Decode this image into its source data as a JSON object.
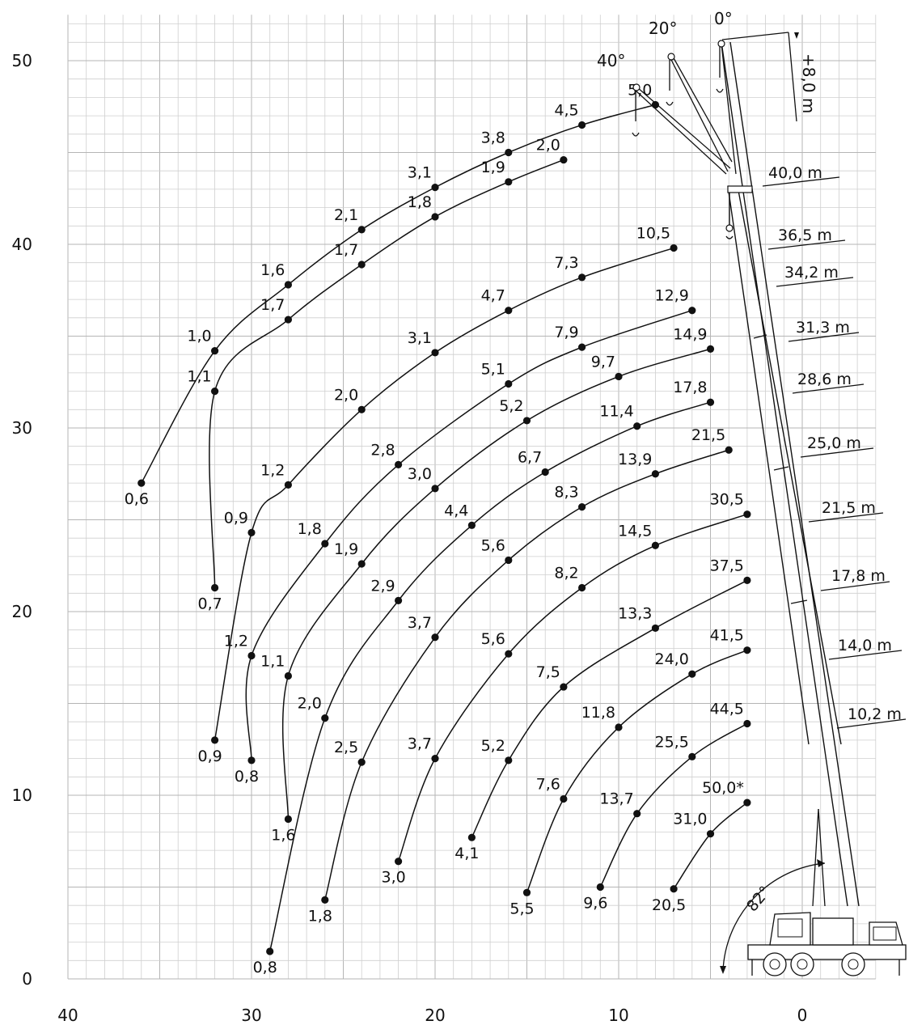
{
  "chart_data": {
    "type": "line",
    "x_ticks": [
      "40",
      "30",
      "20",
      "10",
      "0"
    ],
    "y_ticks": [
      "0",
      "10",
      "20",
      "30",
      "40",
      "50"
    ],
    "xlim": [
      40,
      -4
    ],
    "ylim": [
      0,
      52.5
    ],
    "boom_lengths": [
      "10,2 m",
      "14,0 m",
      "17,8 m",
      "21,5 m",
      "25,0 m",
      "28,6 m",
      "31,3 m",
      "34,2 m",
      "36,5 m",
      "40,0 m"
    ],
    "jib_angles": [
      "0°",
      "20°",
      "40°"
    ],
    "jib_extension": "+8,0 m",
    "boom_angle": "82°",
    "series": [
      {
        "points": [
          {
            "x": 36,
            "y": 27,
            "label": "0,6"
          },
          {
            "x": 32,
            "y": 34.2,
            "label": "1,0"
          },
          {
            "x": 28,
            "y": 37.8,
            "label": "1,6"
          },
          {
            "x": 24,
            "y": 40.8,
            "label": "2,1"
          },
          {
            "x": 20,
            "y": 43.1,
            "label": "3,1"
          },
          {
            "x": 16,
            "y": 45,
            "label": "3,8"
          },
          {
            "x": 12,
            "y": 46.5,
            "label": "4,5"
          },
          {
            "x": 8,
            "y": 47.6,
            "label": "5,0"
          }
        ]
      },
      {
        "points": [
          {
            "x": 32,
            "y": 21.3,
            "label": "0,7"
          },
          {
            "x": 32,
            "y": 32,
            "label": "1,1"
          },
          {
            "x": 28,
            "y": 35.9,
            "label": "1,7"
          },
          {
            "x": 24,
            "y": 38.9,
            "label": "1,7"
          },
          {
            "x": 20,
            "y": 41.5,
            "label": "1,8"
          },
          {
            "x": 16,
            "y": 43.4,
            "label": "1,9"
          },
          {
            "x": 13,
            "y": 44.6,
            "label": "2,0"
          }
        ]
      },
      {
        "points": [
          {
            "x": 32,
            "y": 13,
            "label": "0,9"
          },
          {
            "x": 30,
            "y": 24.3,
            "label": "0,9"
          },
          {
            "x": 28,
            "y": 26.9,
            "label": "1,2"
          },
          {
            "x": 24,
            "y": 31,
            "label": "2,0"
          },
          {
            "x": 20,
            "y": 34.1,
            "label": "3,1"
          },
          {
            "x": 16,
            "y": 36.4,
            "label": "4,7"
          },
          {
            "x": 12,
            "y": 38.2,
            "label": "7,3"
          },
          {
            "x": 7,
            "y": 39.8,
            "label": "10,5"
          }
        ]
      },
      {
        "points": [
          {
            "x": 30,
            "y": 11.9,
            "label": "0,8"
          },
          {
            "x": 30,
            "y": 17.6,
            "label": "1,2"
          },
          {
            "x": 26,
            "y": 23.7,
            "label": "1,8"
          },
          {
            "x": 22,
            "y": 28,
            "label": "2,8"
          },
          {
            "x": 16,
            "y": 32.4,
            "label": "5,1"
          },
          {
            "x": 12,
            "y": 34.4,
            "label": "7,9"
          },
          {
            "x": 6,
            "y": 36.4,
            "label": "12,9"
          }
        ]
      },
      {
        "points": [
          {
            "x": 28,
            "y": 8.7,
            "label": "1,6"
          },
          {
            "x": 28,
            "y": 16.5,
            "label": "1,1"
          },
          {
            "x": 24,
            "y": 22.6,
            "label": "1,9"
          },
          {
            "x": 20,
            "y": 26.7,
            "label": "3,0"
          },
          {
            "x": 15,
            "y": 30.4,
            "label": "5,2"
          },
          {
            "x": 10,
            "y": 32.8,
            "label": "9,7"
          },
          {
            "x": 5,
            "y": 34.3,
            "label": "14,9"
          }
        ]
      },
      {
        "points": [
          {
            "x": 29,
            "y": 1.5,
            "label": "0,8"
          },
          {
            "x": 26,
            "y": 14.2,
            "label": "2,0"
          },
          {
            "x": 22,
            "y": 20.6,
            "label": "2,9"
          },
          {
            "x": 18,
            "y": 24.7,
            "label": "4,4"
          },
          {
            "x": 14,
            "y": 27.6,
            "label": "6,7"
          },
          {
            "x": 9,
            "y": 30.1,
            "label": "11,4"
          },
          {
            "x": 5,
            "y": 31.4,
            "label": "17,8"
          }
        ]
      },
      {
        "points": [
          {
            "x": 26,
            "y": 4.3,
            "label": "1,8"
          },
          {
            "x": 24,
            "y": 11.8,
            "label": "2,5"
          },
          {
            "x": 20,
            "y": 18.6,
            "label": "3,7"
          },
          {
            "x": 16,
            "y": 22.8,
            "label": "5,6"
          },
          {
            "x": 12,
            "y": 25.7,
            "label": "8,3"
          },
          {
            "x": 8,
            "y": 27.5,
            "label": "13,9"
          },
          {
            "x": 4,
            "y": 28.8,
            "label": "21,5"
          }
        ]
      },
      {
        "points": [
          {
            "x": 22,
            "y": 6.4,
            "label": "3,0"
          },
          {
            "x": 20,
            "y": 12,
            "label": "3,7"
          },
          {
            "x": 16,
            "y": 17.7,
            "label": "5,6"
          },
          {
            "x": 12,
            "y": 21.3,
            "label": "8,2"
          },
          {
            "x": 8,
            "y": 23.6,
            "label": "14,5"
          },
          {
            "x": 3,
            "y": 25.3,
            "label": "30,5"
          }
        ]
      },
      {
        "points": [
          {
            "x": 18,
            "y": 7.7,
            "label": "4,1"
          },
          {
            "x": 16,
            "y": 11.9,
            "label": "5,2"
          },
          {
            "x": 13,
            "y": 15.9,
            "label": "7,5"
          },
          {
            "x": 8,
            "y": 19.1,
            "label": "13,3"
          },
          {
            "x": 3,
            "y": 21.7,
            "label": "37,5"
          }
        ]
      },
      {
        "points": [
          {
            "x": 15,
            "y": 4.7,
            "label": "5,5"
          },
          {
            "x": 13,
            "y": 9.8,
            "label": "7,6"
          },
          {
            "x": 10,
            "y": 13.7,
            "label": "11,8"
          },
          {
            "x": 6,
            "y": 16.6,
            "label": "24,0"
          },
          {
            "x": 3,
            "y": 17.9,
            "label": "41,5"
          }
        ]
      },
      {
        "points": [
          {
            "x": 11,
            "y": 5,
            "label": "9,6"
          },
          {
            "x": 9,
            "y": 9,
            "label": "13,7"
          },
          {
            "x": 6,
            "y": 12.1,
            "label": "25,5"
          },
          {
            "x": 3,
            "y": 13.9,
            "label": "44,5"
          }
        ]
      },
      {
        "points": [
          {
            "x": 7,
            "y": 4.9,
            "label": "20,5"
          },
          {
            "x": 5,
            "y": 7.9,
            "label": "31,0"
          },
          {
            "x": 3,
            "y": 9.6,
            "label": "50,0*"
          }
        ]
      }
    ]
  }
}
